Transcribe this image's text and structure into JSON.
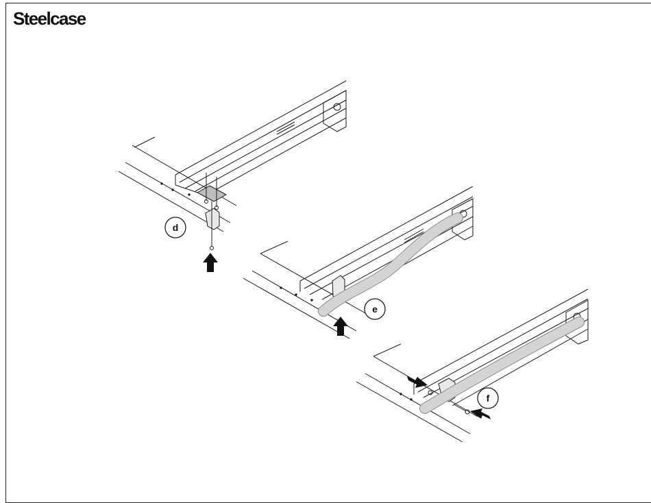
{
  "document": {
    "brand": "Steelcase",
    "steps": [
      {
        "label": "d"
      },
      {
        "label": "e"
      },
      {
        "label": "f"
      }
    ]
  },
  "colors": {
    "line": "#1a1a1a",
    "cable": "#d4d4d4",
    "cable_edge": "#8a8a8a",
    "plate": "#bdbdbd",
    "arrow": "#111111"
  }
}
